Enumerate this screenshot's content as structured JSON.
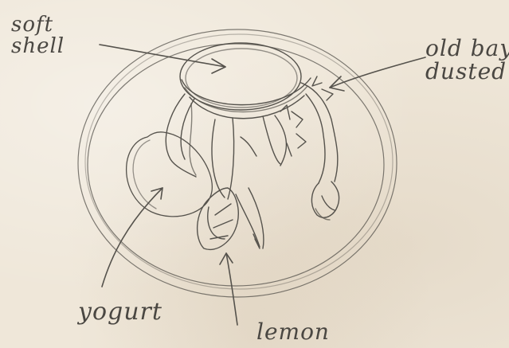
{
  "labels": {
    "soft_shell": "soft\nshell",
    "old_bay": "old bay\ndusted",
    "yogurt": "yogurt",
    "lemon": "lemon"
  },
  "colors": {
    "paper": "#efe7d9",
    "pencil": "#4a4742"
  }
}
